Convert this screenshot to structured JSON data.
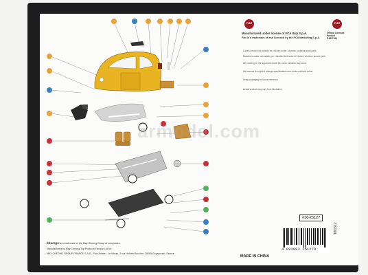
{
  "watermark_text": "armodel.com",
  "brand": {
    "manufactured_line": "Manufactured under license of FCA Italy S.p.A.",
    "trademark_line": "Fiat is a trademark of and licensed by the FCA Marketing S.p.A.",
    "licensed_product": "Official Licensed Product",
    "product_code": "P.0637451"
  },
  "warnings": [
    "Colorful model not suitable for children under 14 years, contains small parts.",
    "Modello in scala, non adatto per i bambini al di sotto di 14 anni, contiene piccole parti.",
    "CE marking for the approved model kit, some variation may occur.",
    "We reserve the right to change specifications and colours without notice.",
    "Keep packaging for future reference.",
    "Actual product may vary from illustration."
  ],
  "sku": "#18-25127",
  "made_in": "MADE IN CHINA",
  "barcode_digits": "4 893993 251278",
  "side_code": "MI1512",
  "footer": {
    "bburago": "bburago",
    "line1": "is a trademark of the May Cheong Group of companies.",
    "line2": "Manufactured by May Cheong Toy Products Factory Ltd for:",
    "line3": "MAY CHEONG GROUP FRANCE S.A.S., Parc Ariane - Le Vibras, 2 rue Hélène Boucher, 78280 Guyancourt, France"
  },
  "colors": {
    "box": "#1d1d1f",
    "panel": "#fbfbf9",
    "car_yellow": "#e8b421",
    "fiat_red": "#9b1d24",
    "orange_callout": "#e9a23b",
    "red_callout": "#c7323b",
    "blue_callout": "#3b7fc4",
    "green_callout": "#57b05e"
  }
}
